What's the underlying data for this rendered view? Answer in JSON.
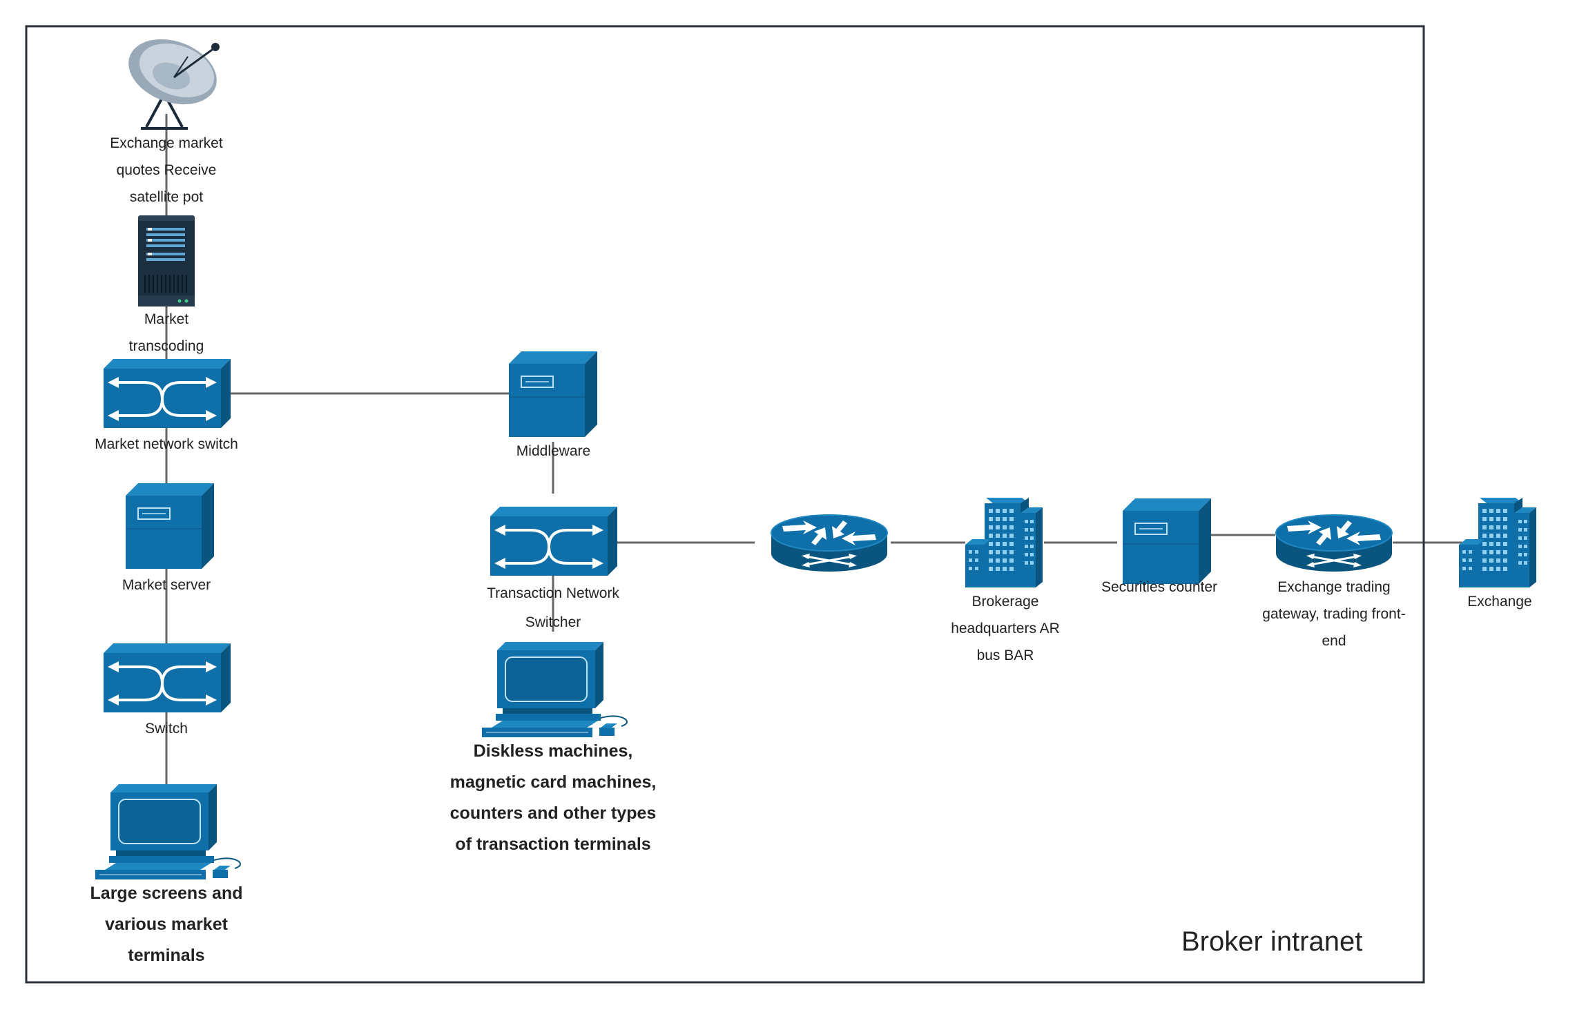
{
  "diagram": {
    "boundary_label": "Broker intranet",
    "nodes": {
      "satellite": {
        "label": "Exchange market quotes Receive satellite pot",
        "icon": "satellite-dish-icon"
      },
      "transcoding": {
        "label": "Market transcoding",
        "icon": "rack-server-icon"
      },
      "market_switch": {
        "label": "Market network switch",
        "icon": "network-switch-icon"
      },
      "middleware": {
        "label": "Middleware",
        "icon": "server-cube-icon"
      },
      "market_server": {
        "label": "Market server",
        "icon": "server-cube-icon"
      },
      "switch": {
        "label": "Switch",
        "icon": "network-switch-icon"
      },
      "large_screens": {
        "label": "Large screens and various market terminals",
        "icon": "workstation-icon"
      },
      "transaction_switcher": {
        "label": "Transaction Network Switcher",
        "icon": "network-switch-icon"
      },
      "diskless": {
        "label": "Diskless machines, magnetic card machines, counters and other types of transaction terminals",
        "icon": "workstation-icon"
      },
      "router": {
        "label": "",
        "icon": "router-icon"
      },
      "brokerage_hq": {
        "label": "Brokerage headquarters AR bus BAR",
        "icon": "office-building-icon"
      },
      "securities_counter": {
        "label": "Securities counter",
        "icon": "server-cube-icon"
      },
      "exchange_gateway": {
        "label": "Exchange trading gateway, trading front-end",
        "icon": "router-icon"
      },
      "exchange": {
        "label": "Exchange",
        "icon": "office-building-icon"
      }
    },
    "colors": {
      "device_blue": "#0f6fa8",
      "device_dark": "#0a557f",
      "line": "#666666",
      "frame": "#2b2f36"
    }
  }
}
